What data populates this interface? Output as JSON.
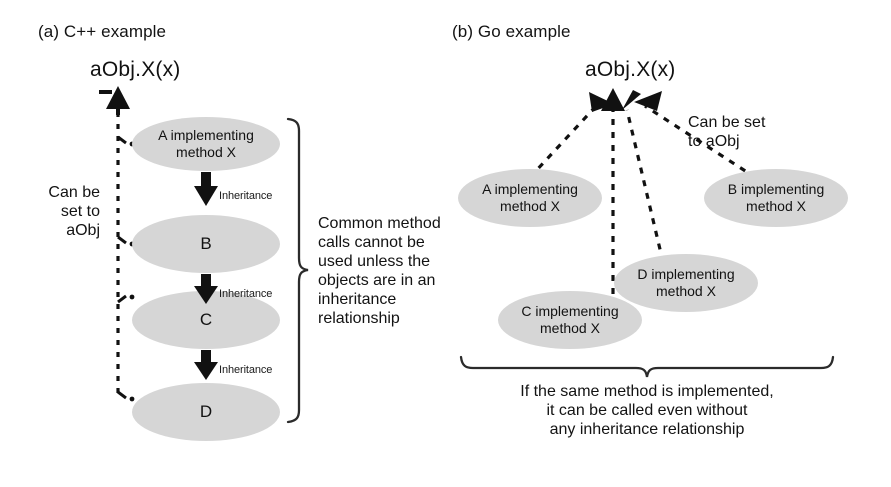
{
  "figure": {
    "background_color": "#ffffff",
    "ellipse_fill": "#d6d6d6",
    "line_color": "#111111"
  },
  "panel_a": {
    "title": "(a) C++ example",
    "call_label": "aObj.X(x)",
    "side_note": "Can be\nset to\naObj",
    "brace_note": "Common method\ncalls cannot be\nused unless the\nobjects are in an\ninheritance\nrelationship",
    "nodes": [
      {
        "id": "A",
        "label": "A implementing\nmethod X",
        "size": "small"
      },
      {
        "id": "B",
        "label": "B",
        "size": "big"
      },
      {
        "id": "C",
        "label": "C",
        "size": "big"
      },
      {
        "id": "D",
        "label": "D",
        "size": "big"
      }
    ],
    "edges": [
      {
        "from": "A",
        "to": "B",
        "label": "Inheritance"
      },
      {
        "from": "B",
        "to": "C",
        "label": "Inheritance"
      },
      {
        "from": "C",
        "to": "D",
        "label": "Inheritance"
      }
    ]
  },
  "panel_b": {
    "title": "(b) Go example",
    "call_label": "aObj.X(x)",
    "side_note": "Can be set\nto aObj",
    "brace_note": "If the same method is implemented,\nit can be called even without\nany inheritance relationship",
    "nodes": [
      {
        "id": "A",
        "label": "A implementing\nmethod X"
      },
      {
        "id": "B",
        "label": "B implementing\nmethod X"
      },
      {
        "id": "C",
        "label": "C implementing\nmethod X"
      },
      {
        "id": "D",
        "label": "D implementing\nmethod X"
      }
    ]
  }
}
